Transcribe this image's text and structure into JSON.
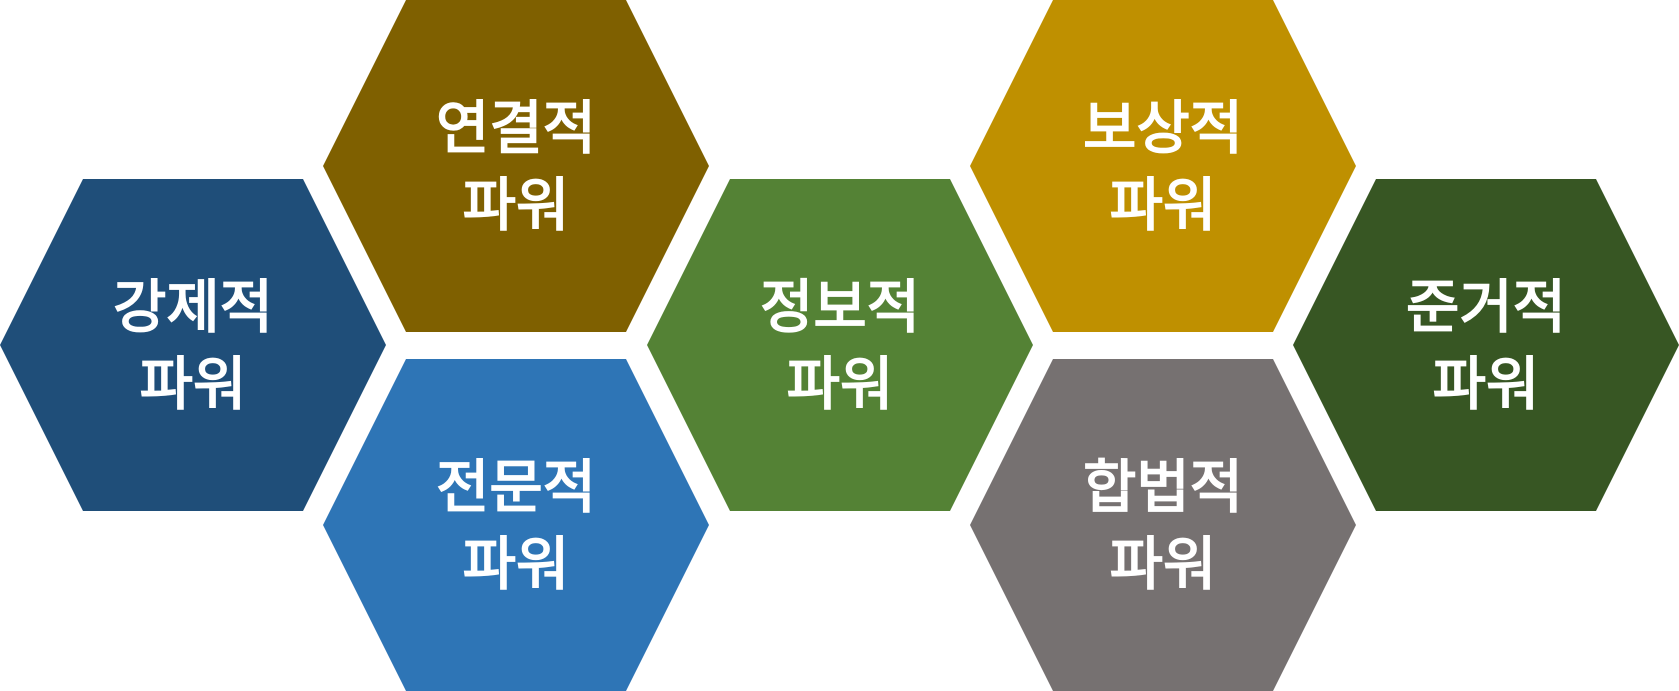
{
  "diagram": {
    "hexagons": [
      {
        "id": "coercive",
        "line1": "강제적",
        "line2": "파워",
        "color": "#1F4E79"
      },
      {
        "id": "connection",
        "line1": "연결적",
        "line2": "파워",
        "color": "#7F6000"
      },
      {
        "id": "expert",
        "line1": "전문적",
        "line2": "파워",
        "color": "#2E75B6"
      },
      {
        "id": "information",
        "line1": "정보적",
        "line2": "파워",
        "color": "#548235"
      },
      {
        "id": "reward",
        "line1": "보상적",
        "line2": "파워",
        "color": "#BF9000"
      },
      {
        "id": "legitimate",
        "line1": "합법적",
        "line2": "파워",
        "color": "#767171"
      },
      {
        "id": "referent",
        "line1": "준거적",
        "line2": "파워",
        "color": "#375623"
      }
    ]
  }
}
